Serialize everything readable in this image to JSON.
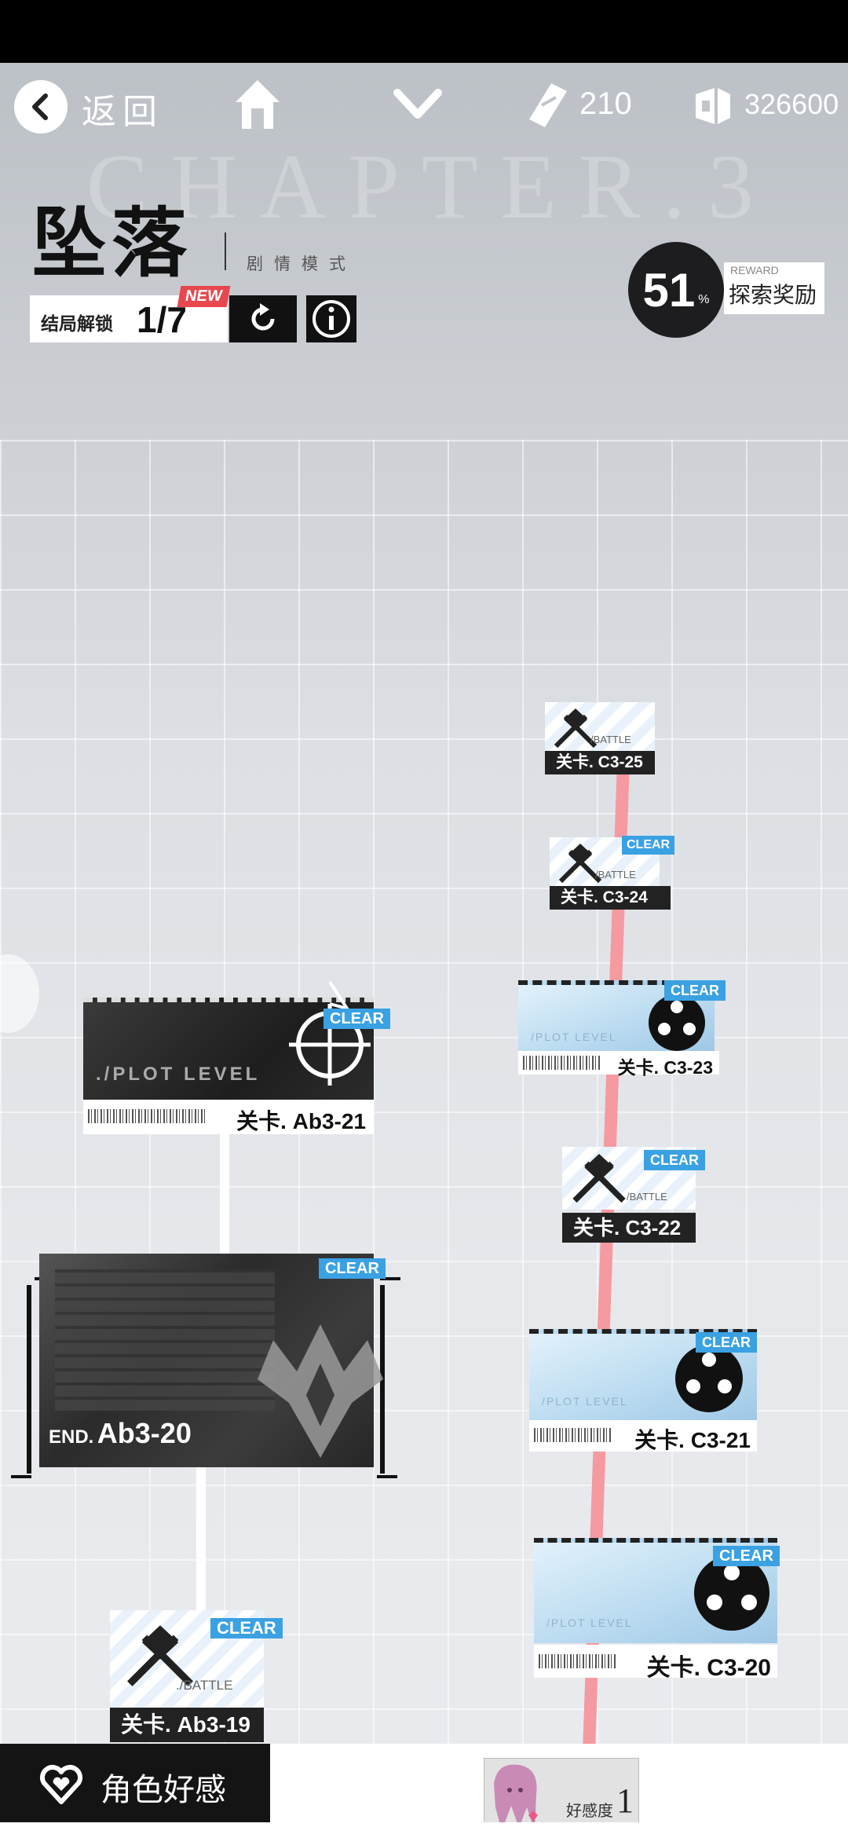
{
  "topbar": {
    "back_label": "返回",
    "stamina": "210",
    "currency": "326600"
  },
  "chapter": {
    "bg_text": "CHAPTER.3",
    "title": "坠落",
    "subtitle": "剧情模式",
    "ending_label": "结局解锁",
    "ending_value": "1/7",
    "new_badge": "NEW"
  },
  "reward": {
    "percent": "51",
    "unit": "%",
    "en": "REWARD",
    "cn": "探索奖励"
  },
  "stages": {
    "c3_25": {
      "label": "关卡. C3-25",
      "tag": "/BATTLE"
    },
    "c3_24": {
      "label": "关卡. C3-24",
      "tag": "/BATTLE",
      "status": "CLEAR"
    },
    "c3_23": {
      "label": "关卡. C3-23",
      "tag": "/PLOT LEVEL",
      "status": "CLEAR"
    },
    "c3_22": {
      "label": "关卡. C3-22",
      "tag": "/BATTLE",
      "status": "CLEAR"
    },
    "c3_21": {
      "label": "关卡. C3-21",
      "tag": "/PLOT LEVEL",
      "status": "CLEAR"
    },
    "c3_20": {
      "label": "关卡. C3-20",
      "tag": "/PLOT LEVEL",
      "status": "CLEAR"
    },
    "ab3_21": {
      "label": "关卡. Ab3-21",
      "tag": "./PLOT LEVEL",
      "status": "CLEAR"
    },
    "ab3_20": {
      "prefix": "END.",
      "label": "Ab3-20",
      "status": "CLEAR"
    },
    "ab3_19": {
      "label": "关卡. Ab3-19",
      "tag": "./BATTLE",
      "status": "CLEAR"
    }
  },
  "bottom": {
    "affinity_label": "角色好感",
    "affinity_text": "好感度",
    "affinity_level": "1"
  },
  "colors": {
    "clear_badge": "#3aa1e2",
    "path_red": "#f59aa0",
    "new_badge": "#e8474f"
  }
}
